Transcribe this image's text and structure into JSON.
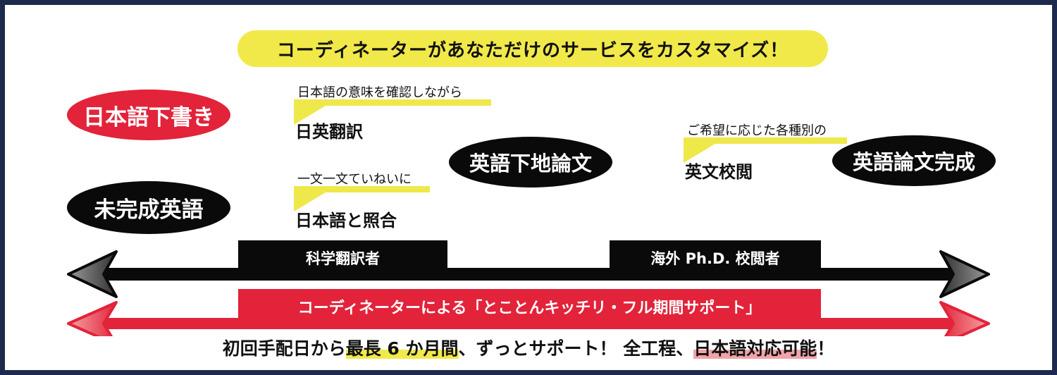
{
  "banner": {
    "text": "コーディネーターがあなただけのサービスをカスタマイズ！"
  },
  "nodes": {
    "japanese_draft": "日本語下書き",
    "incomplete_english": "未完成英語",
    "english_draft": "英語下地論文",
    "english_final": "英語論文完成"
  },
  "steps": [
    {
      "note": "日本語の意味を確認しながら",
      "label": "日英翻訳"
    },
    {
      "note": "一文一文ていねいに",
      "label": "日本語と照合"
    },
    {
      "note": "ご希望に応じた各種別の",
      "label": "英文校閲"
    }
  ],
  "roles": {
    "translator": "科学翻訳者",
    "proofreader": "海外 Ph.D. 校閲者"
  },
  "support": {
    "text": "コーディネーターによる「とことんキッチリ・フル期間サポート」"
  },
  "footer": {
    "part1": "初回手配日から",
    "part2": "最長 6 か月間",
    "part3": "、ずっとサポート！ 全工程、",
    "part4": "日本語対応可能",
    "part5": "！"
  },
  "colors": {
    "accent_yellow": "#f1e94a",
    "accent_red": "#e2233a",
    "black": "#0a0a0a",
    "frame": "#1c2a4d"
  }
}
